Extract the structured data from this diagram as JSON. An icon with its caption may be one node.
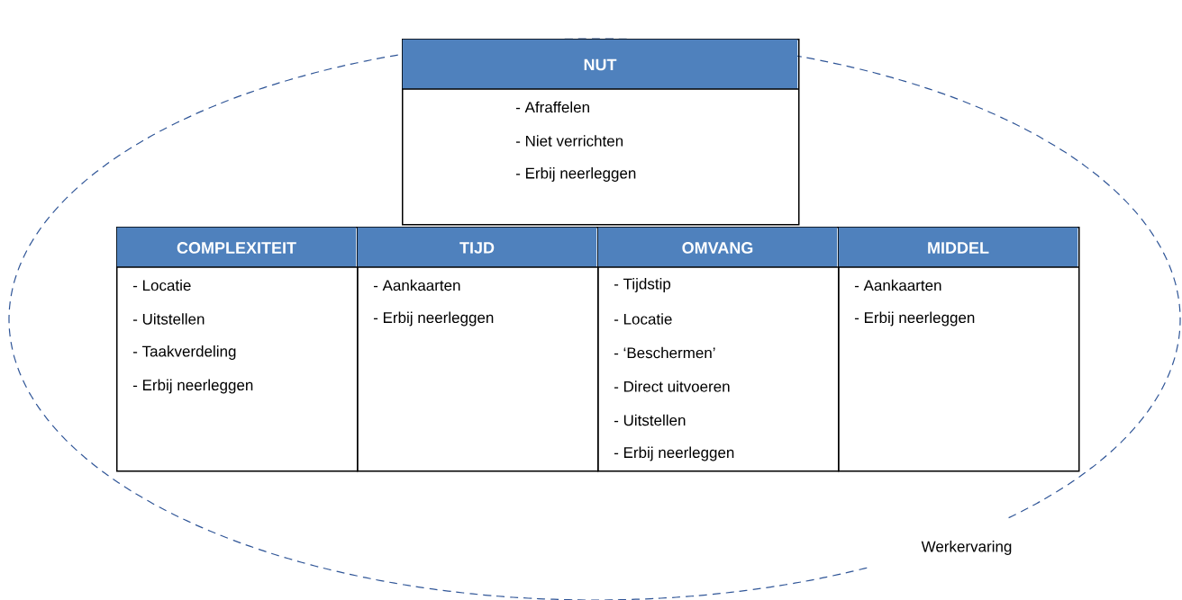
{
  "diagram": {
    "nodes": [
      {
        "text": [
          "Werkervaring"
        ]
      },
      {
        "text": [
          "NUT",
          "- Afraffelen",
          "- Niet verrichten",
          "- Erbij neerleggen"
        ],
        "in": 0
      },
      {
        "text": [
          "COMPLEXITEIT",
          "- Locatie",
          "- Uitstellen",
          "- Taakverdeling",
          "- Erbij neerleggen"
        ],
        "in": 0
      },
      {
        "text": [
          "TIJD",
          "- Aankaarten",
          "- Erbij neerleggen"
        ],
        "in": 0
      },
      {
        "text": [
          "OMVANG",
          "- Tijdstip",
          "- Locatie",
          "- ‘Beschermen’",
          "- Direct uitvoeren",
          "- Uitstellen",
          "- Erbij neerleggen"
        ],
        "in": 0
      },
      {
        "text": [
          "MIDDEL",
          "- Aankaarten",
          "- Erbij neerleggen"
        ],
        "in": 0
      }
    ],
    "edges": []
  }
}
